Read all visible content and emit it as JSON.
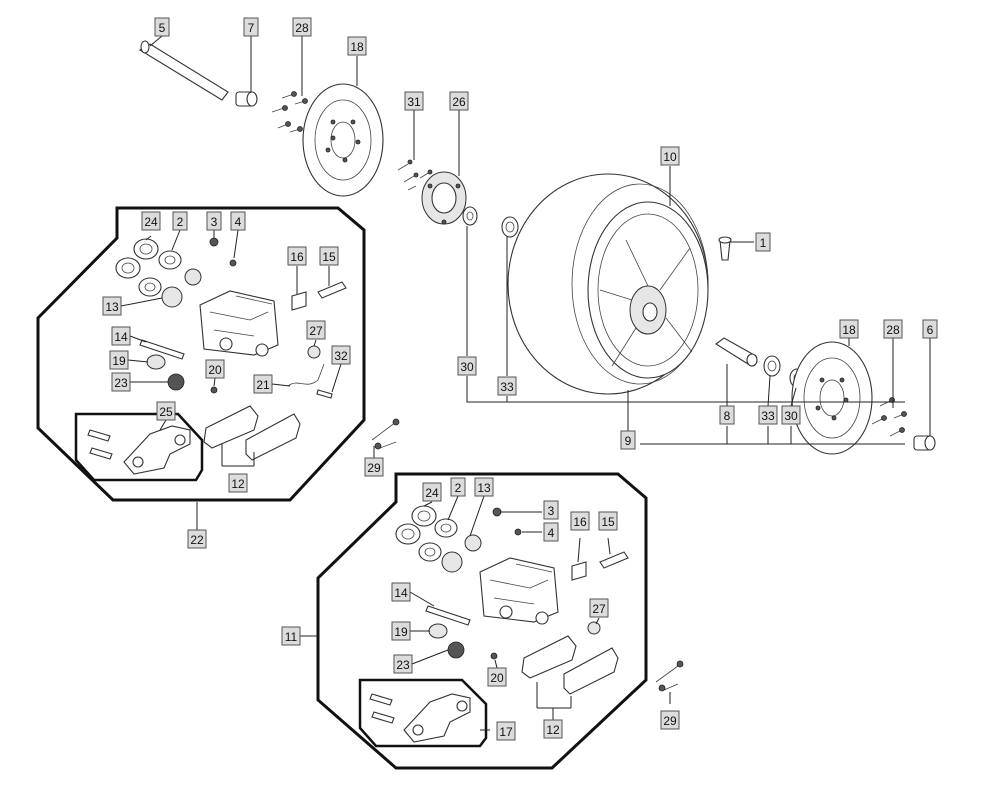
{
  "callouts": [
    {
      "label": "5"
    },
    {
      "label": "7"
    },
    {
      "label": "28"
    },
    {
      "label": "18"
    },
    {
      "label": "31"
    },
    {
      "label": "26"
    },
    {
      "label": "10"
    },
    {
      "label": "1"
    },
    {
      "label": "24"
    },
    {
      "label": "2"
    },
    {
      "label": "3"
    },
    {
      "label": "4"
    },
    {
      "label": "16"
    },
    {
      "label": "15"
    },
    {
      "label": "13"
    },
    {
      "label": "14"
    },
    {
      "label": "27"
    },
    {
      "label": "19"
    },
    {
      "label": "32"
    },
    {
      "label": "20"
    },
    {
      "label": "21"
    },
    {
      "label": "23"
    },
    {
      "label": "25"
    },
    {
      "label": "12"
    },
    {
      "label": "22"
    },
    {
      "label": "29"
    },
    {
      "label": "30"
    },
    {
      "label": "33"
    },
    {
      "label": "18"
    },
    {
      "label": "28"
    },
    {
      "label": "6"
    },
    {
      "label": "8"
    },
    {
      "label": "33"
    },
    {
      "label": "30"
    },
    {
      "label": "9"
    },
    {
      "label": "24"
    },
    {
      "label": "2"
    },
    {
      "label": "13"
    },
    {
      "label": "3"
    },
    {
      "label": "4"
    },
    {
      "label": "16"
    },
    {
      "label": "15"
    },
    {
      "label": "14"
    },
    {
      "label": "19"
    },
    {
      "label": "27"
    },
    {
      "label": "11"
    },
    {
      "label": "23"
    },
    {
      "label": "20"
    },
    {
      "label": "29"
    },
    {
      "label": "12"
    },
    {
      "label": "17"
    }
  ]
}
